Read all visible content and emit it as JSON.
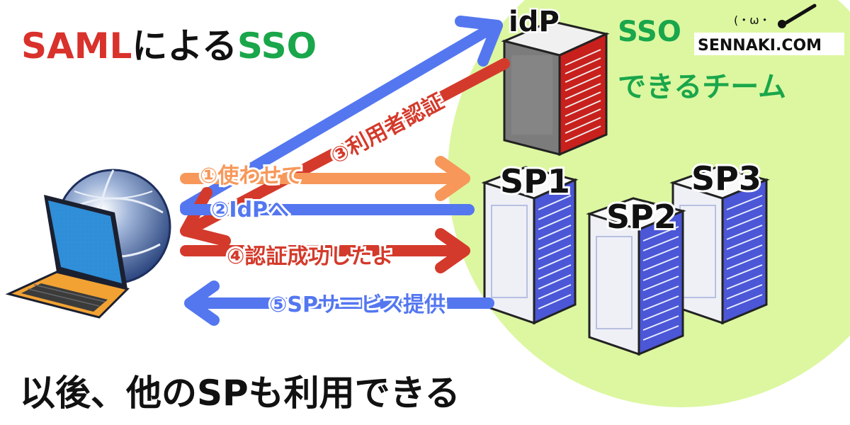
{
  "title": {
    "part1": "SAML",
    "part2": "による",
    "part3": "SSO"
  },
  "team_label": {
    "line1": "SSO",
    "line2": "できるチーム"
  },
  "brand": {
    "text": "SENNAKI.COM",
    "face": "(・ω・"
  },
  "servers": {
    "idp": "idP",
    "sp1": "SP1",
    "sp2": "SP2",
    "sp3": "SP3"
  },
  "steps": {
    "s1": "①使わせて",
    "s2": "②IdPへ",
    "s3": "③利用者認証",
    "s4": "④認証成功したよ",
    "s5": "⑤SPサービス提供"
  },
  "footer": "以後、他のSPも利用できる",
  "colors": {
    "title_red": "#d9312b",
    "green": "#1aa64a",
    "circle": "#dcf7a0",
    "orange": "#f7985a",
    "blue": "#5477f0",
    "red_arrow": "#d43a2b",
    "idp_red": "#c8201c",
    "sp_blue": "#4b57d6"
  }
}
